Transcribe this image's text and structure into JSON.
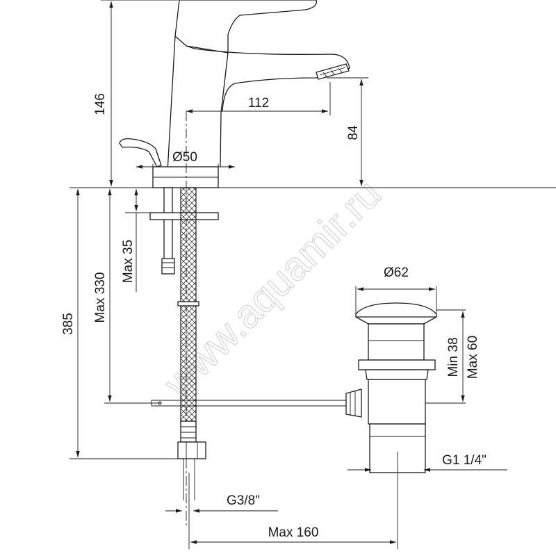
{
  "watermark": "www.aquamir.ru",
  "dimensions": {
    "height_total": "146",
    "spout_reach": "112",
    "spout_height": "84",
    "base_diameter": "Ø50",
    "max_35": "Max 35",
    "max_330": "Max 330",
    "hose_length": "385",
    "waste_diameter": "Ø62",
    "waste_min": "Min 38",
    "waste_max": "Max 60",
    "waste_thread": "G1 1/4\"",
    "hose_thread": "G3/8\"",
    "max_160": "Max 160"
  }
}
